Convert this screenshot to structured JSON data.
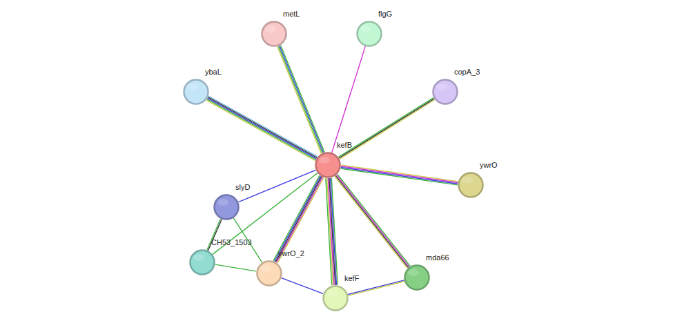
{
  "diagram": {
    "nodes": [
      {
        "text": [
          "metL"
        ]
      },
      {
        "text": [
          "flgG"
        ]
      },
      {
        "text": [
          "ybaL"
        ]
      },
      {
        "text": [
          "copA_3"
        ]
      },
      {
        "text": [
          "kefB"
        ]
      },
      {
        "text": [
          "ywrO"
        ]
      },
      {
        "text": [
          "slyD"
        ]
      },
      {
        "text": [
          "CH53_1503"
        ]
      },
      {
        "text": [
          "ywrO_2"
        ]
      },
      {
        "text": [
          "mda66"
        ]
      },
      {
        "text": [
          "kefF"
        ]
      }
    ],
    "edges": [
      {
        "from": 4,
        "to": 0,
        "arrow": "none"
      },
      {
        "from": 4,
        "to": 1,
        "arrow": "none"
      },
      {
        "from": 4,
        "to": 2,
        "arrow": "none"
      },
      {
        "from": 4,
        "to": 3,
        "arrow": "none"
      },
      {
        "from": 4,
        "to": 5,
        "arrow": "none"
      },
      {
        "from": 4,
        "to": 6,
        "arrow": "none"
      },
      {
        "from": 4,
        "to": 7,
        "arrow": "none"
      },
      {
        "from": 4,
        "to": 8,
        "arrow": "none"
      },
      {
        "from": 4,
        "to": 10,
        "arrow": "none"
      },
      {
        "from": 4,
        "to": 9,
        "arrow": "none"
      },
      {
        "from": 6,
        "to": 7,
        "arrow": "none"
      },
      {
        "from": 6,
        "to": 8,
        "arrow": "none"
      },
      {
        "from": 7,
        "to": 8,
        "arrow": "none"
      },
      {
        "from": 8,
        "to": 10,
        "arrow": "none"
      },
      {
        "from": 10,
        "to": 9,
        "arrow": "none"
      }
    ]
  }
}
